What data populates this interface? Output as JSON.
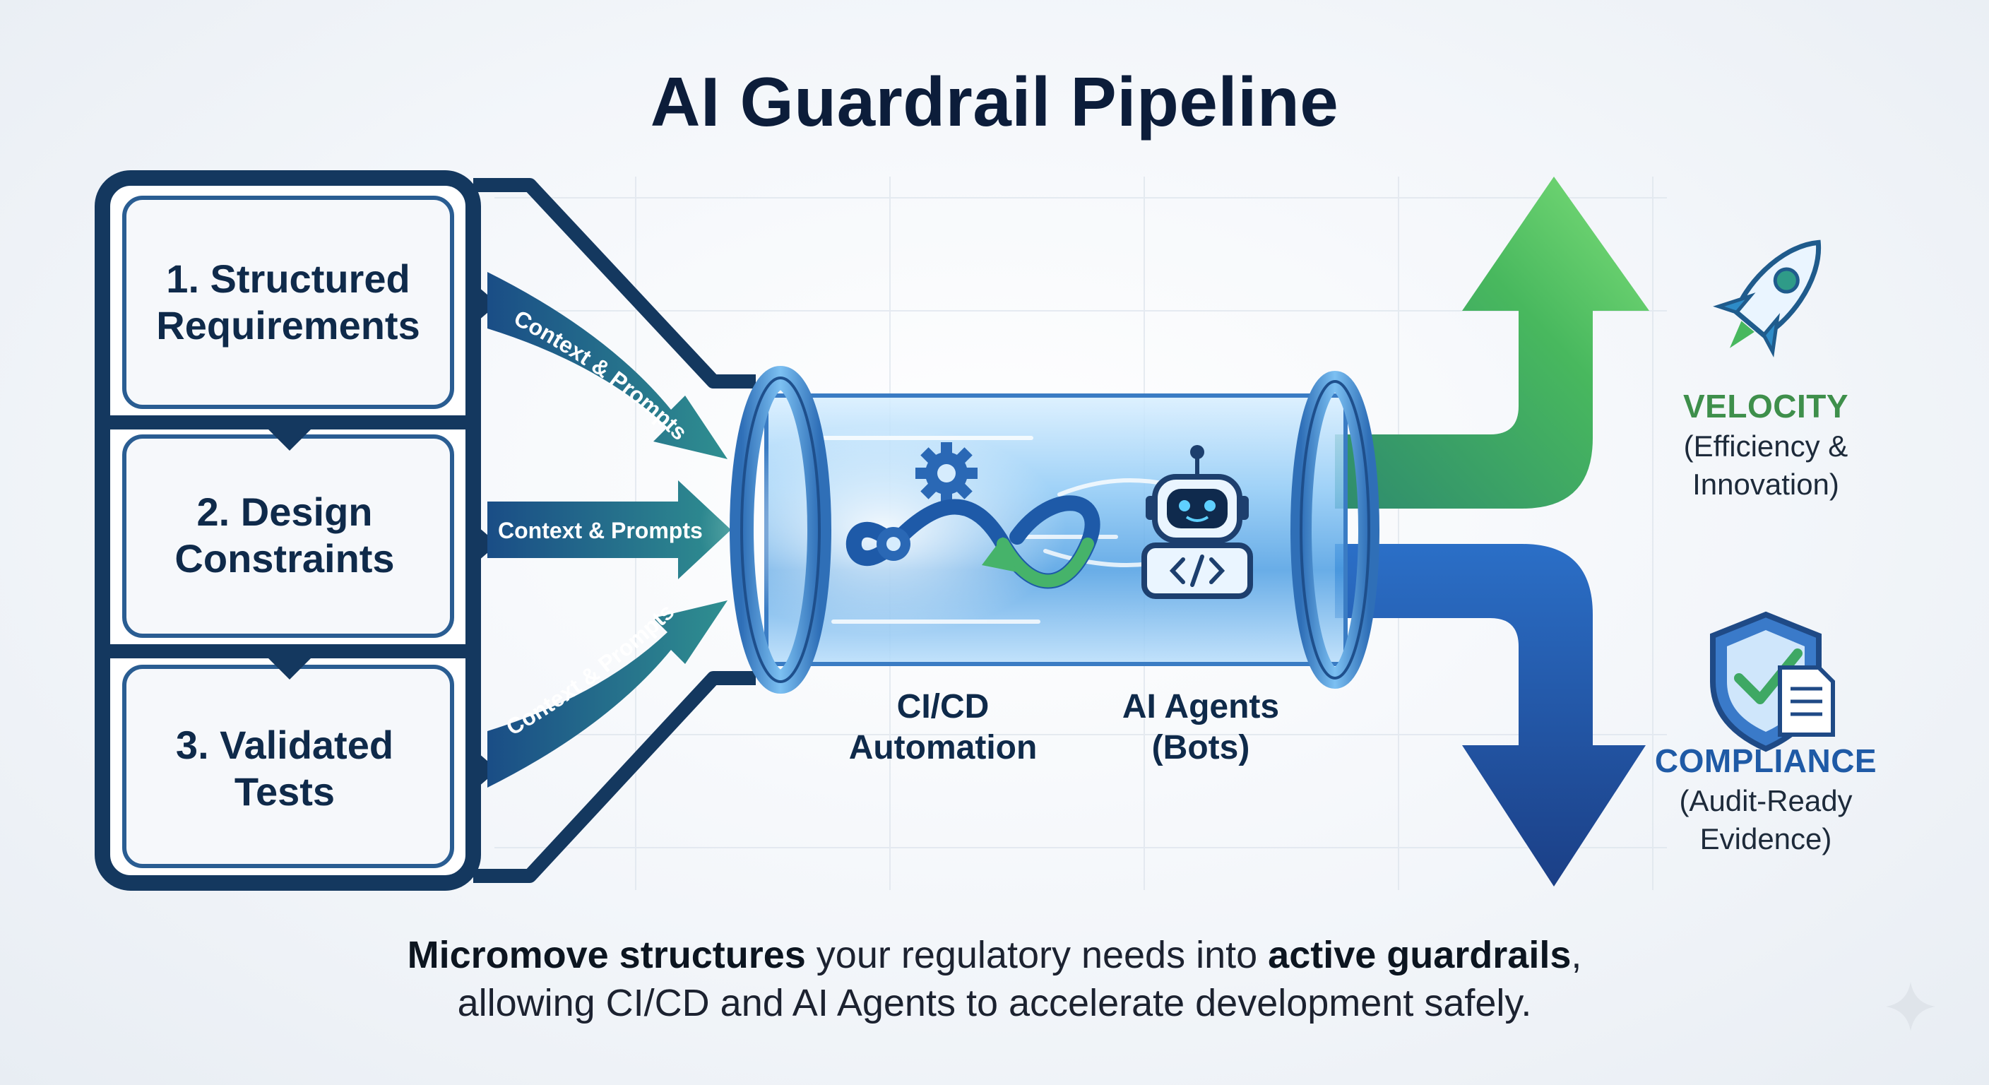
{
  "title": "AI Guardrail Pipeline",
  "stages": [
    {
      "line1": "1. Structured",
      "line2": "Requirements"
    },
    {
      "line1": "2. Design",
      "line2": "Constraints"
    },
    {
      "line1": "3. Validated",
      "line2": "Tests"
    }
  ],
  "input_arrow_label": "Context & Prompts",
  "tube": {
    "cicd": {
      "line1": "CI/CD",
      "line2": "Automation"
    },
    "agents": {
      "line1": "AI Agents",
      "line2": "(Bots)"
    }
  },
  "outcomes": {
    "velocity": {
      "heading": "VELOCITY",
      "line1": "(Efficiency &",
      "line2": "Innovation)",
      "color": "#3e8f4b"
    },
    "compliance": {
      "heading": "COMPLIANCE",
      "line1": "(Audit-Ready",
      "line2": "Evidence)",
      "color": "#1f5aa6"
    }
  },
  "caption": {
    "line1_bold_a": "Micromove structures",
    "line1_text": " your regulatory needs into ",
    "line1_bold_b": "active guardrails",
    "line1_end": ",",
    "line2": "allowing CI/CD and AI Agents to accelerate development safely."
  },
  "icons": [
    "rocket-icon",
    "shield-check-icon",
    "document-icon",
    "gear-icon",
    "infinity-loop-icon",
    "robot-icon",
    "code-icon",
    "sparkle-icon"
  ],
  "colors": {
    "navy": "#143a66",
    "teal_arrow": "#2b7f8c",
    "green_arrow": "#4fc36a",
    "blue_arrow": "#2a69c4",
    "tube_glass": "#9fd0f6"
  }
}
